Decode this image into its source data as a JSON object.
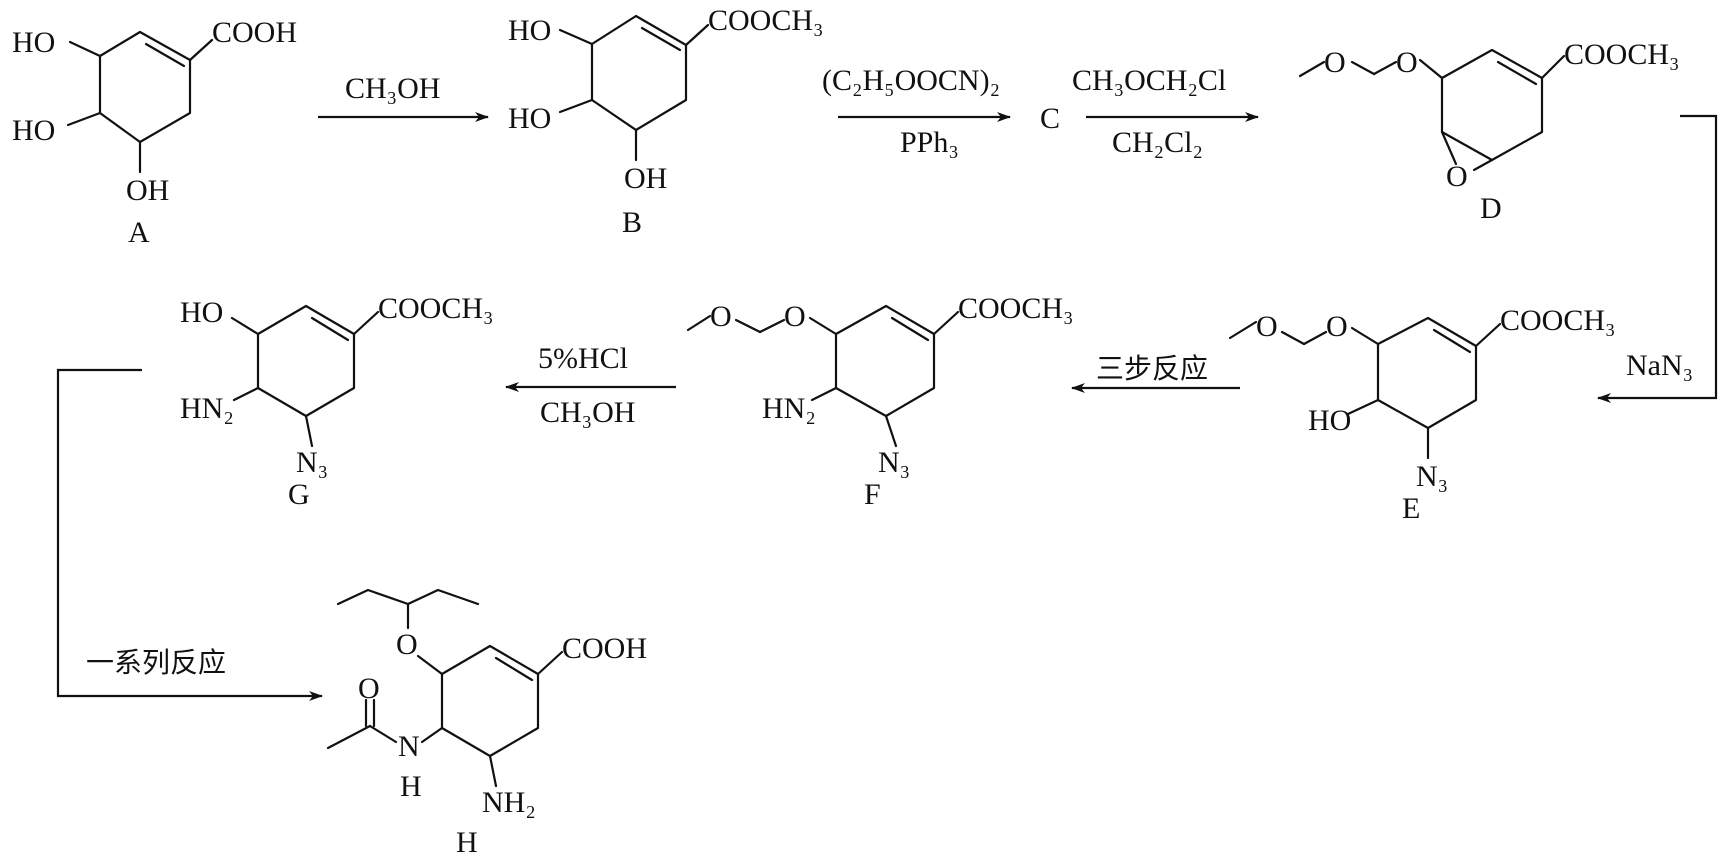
{
  "compounds": {
    "A": {
      "label": "A",
      "groups": {
        "cooh": "COOH",
        "oh1": "HO",
        "oh2": "HO",
        "oh3": "OH"
      }
    },
    "B": {
      "label": "B",
      "groups": {
        "ester": "COOCH₃",
        "oh1": "HO",
        "oh2": "HO",
        "oh3": "OH"
      }
    },
    "C": {
      "label": "C"
    },
    "D": {
      "label": "D",
      "groups": {
        "ester": "COOCH₃",
        "o1": "O",
        "o2": "O",
        "epoxide_o": "O"
      }
    },
    "E": {
      "label": "E",
      "groups": {
        "ester": "COOCH₃",
        "o1": "O",
        "o2": "O",
        "oh": "HO",
        "azide": "N₃"
      }
    },
    "F": {
      "label": "F",
      "groups": {
        "ester": "COOCH₃",
        "o1": "O",
        "o2": "O",
        "amine": "HN₂",
        "azide": "N₃"
      }
    },
    "G": {
      "label": "G",
      "groups": {
        "ester": "COOCH₃",
        "oh": "HO",
        "amine": "HN₂",
        "azide": "N₃"
      }
    },
    "H": {
      "label": "H",
      "groups": {
        "cooh": "COOH",
        "ether_o": "O",
        "carbonyl_o": "O",
        "n": "N",
        "nh_h": "H",
        "amine": "NH₂"
      }
    }
  },
  "reagents": {
    "a_to_b": {
      "top": "CH₃OH"
    },
    "b_to_c": {
      "top": "(C₂H₅OOCN)₂",
      "bottom": "PPh₃"
    },
    "c_to_d": {
      "top": "CH₃OCH₂Cl",
      "bottom": "CH₂Cl₂"
    },
    "d_to_e": {
      "side": "NaN₃"
    },
    "e_to_f": {
      "top": "三步反应"
    },
    "f_to_g": {
      "top": "5%HCl",
      "bottom": "CH₃OH"
    },
    "g_to_h": {
      "top": "一系列反应"
    }
  }
}
